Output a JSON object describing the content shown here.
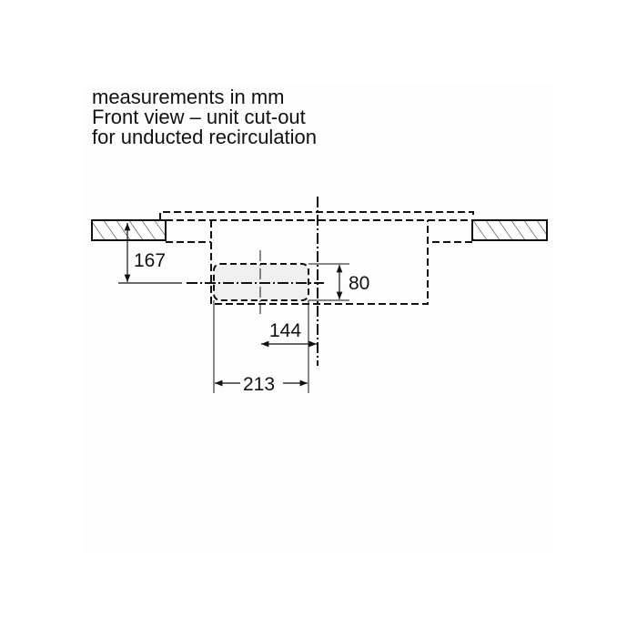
{
  "title": {
    "lines": [
      "measurements in mm",
      "Front view – unit cut-out",
      "for unducted recirculation"
    ]
  },
  "diagram": {
    "view": "front",
    "units": "mm",
    "elements": [
      "countertop-left",
      "countertop-right",
      "unit-outline-dashed",
      "cut-out-opening",
      "centerlines"
    ],
    "dimensions": {
      "height_from_countertop": "167",
      "cutout_height": "80",
      "offset_to_centerline": "144",
      "cutout_width": "213"
    }
  },
  "colors": {
    "line": "#111111",
    "cutout_fill": "#efefef",
    "panel": "#fdfdfd"
  }
}
